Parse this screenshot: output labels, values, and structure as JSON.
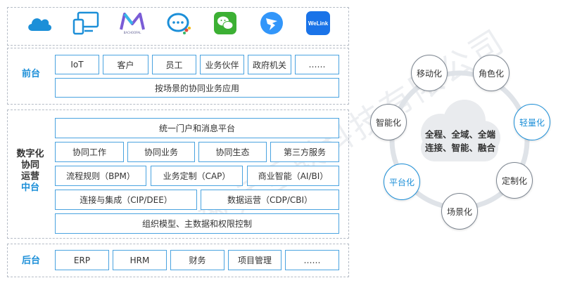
{
  "front": {
    "label": "前台",
    "items": [
      "IoT",
      "客户",
      "员工",
      "业务伙伴",
      "政府机关",
      "……"
    ],
    "wide": "按场景的协同业务应用"
  },
  "middle": {
    "label_lines": [
      "数字化",
      "协同",
      "运营"
    ],
    "label_accent": "中台",
    "portal": "统一门户和消息平台",
    "row1": [
      "协同工作",
      "协同业务",
      "协同生态",
      "第三方服务"
    ],
    "row2": [
      "流程规则（BPM）",
      "业务定制（CAP）",
      "商业智能（AI/BI）"
    ],
    "row3": [
      "连接与集成（CIP/DEE）",
      "数据运营（CDP/CBI）"
    ],
    "base": "组织模型、主数据和权限控制"
  },
  "back": {
    "label": "后台",
    "items": [
      "ERP",
      "HRM",
      "财务",
      "项目管理",
      "……"
    ]
  },
  "icons": [
    "cloud-icon",
    "devices-icon",
    "m-logo-icon",
    "chat-bubble-icon",
    "wechat-icon",
    "dingtalk-icon",
    "welink-icon"
  ],
  "icon_text": {
    "welink": "WeLink",
    "m_logo_caption": "BACHOOPAL"
  },
  "cloud": {
    "line1": "全程、全域、全端",
    "line2": "连接、智能、融合"
  },
  "bubbles": [
    "移动化",
    "角色化",
    "轻量化",
    "定制化",
    "场景化",
    "平台化",
    "智能化"
  ],
  "watermark": "致远互联科技有限公司",
  "colors": {
    "accent": "#1c8fd8",
    "box_border": "#4aa3e0",
    "panel_border": "#b5bcc6"
  }
}
